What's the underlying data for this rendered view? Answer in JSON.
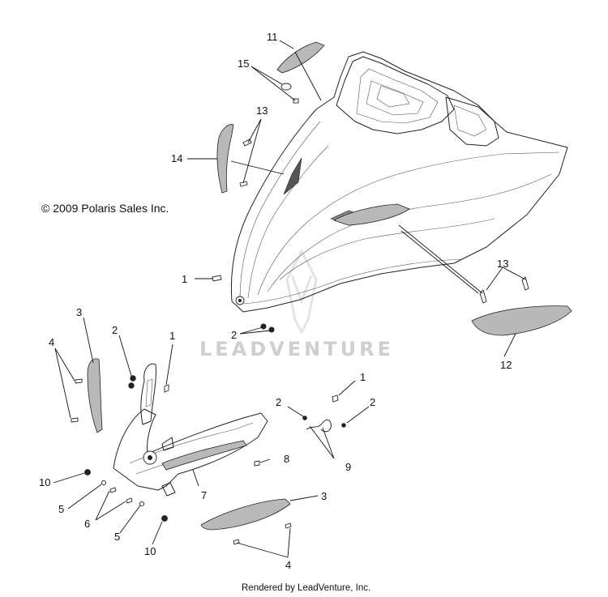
{
  "copyright": "© 2009 Polaris Sales Inc.",
  "watermark": "LEADVENTURE",
  "footer": "Rendered by LeadVenture, Inc.",
  "callouts": [
    "1",
    "1",
    "1",
    "2",
    "2",
    "2",
    "2",
    "3",
    "3",
    "4",
    "4",
    "5",
    "5",
    "6",
    "7",
    "8",
    "9",
    "10",
    "10",
    "11",
    "12",
    "13",
    "13",
    "14",
    "15"
  ]
}
